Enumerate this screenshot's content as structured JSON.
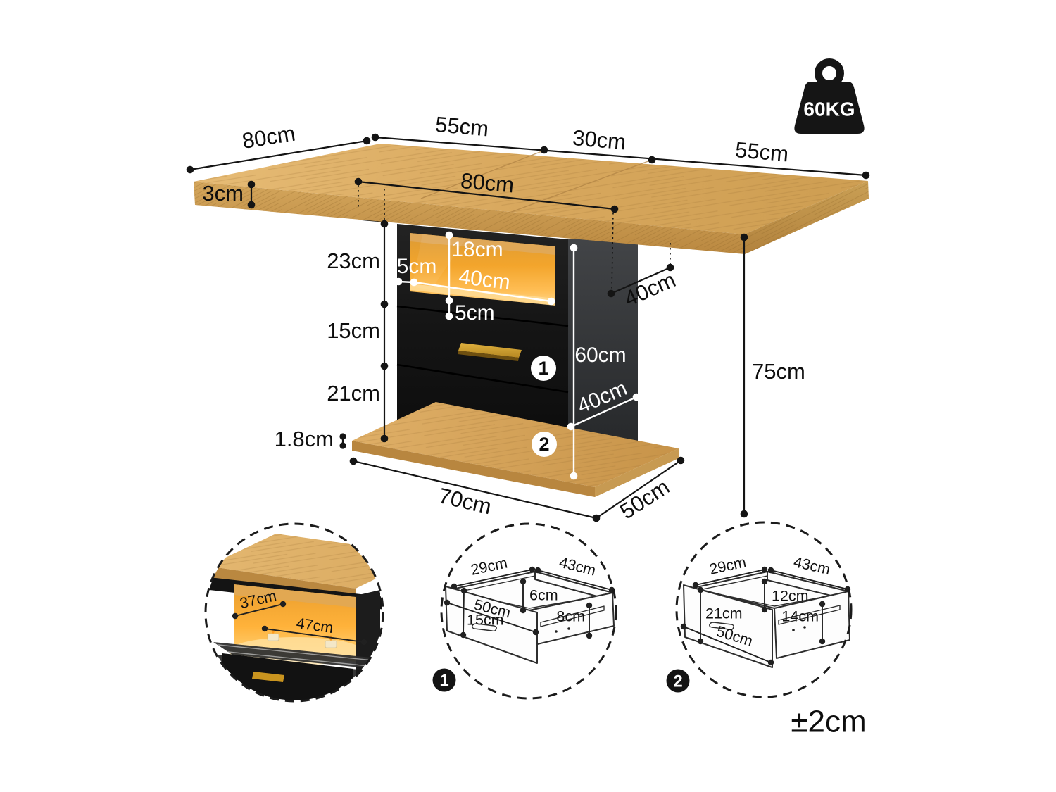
{
  "tolerance": "±2cm",
  "weight": {
    "capacity": "60KG"
  },
  "table": {
    "depth_left": "80cm",
    "back_left": "55cm",
    "back_middle": "30cm",
    "back_right": "55cm",
    "center_span": "80cm",
    "top_thickness": "3cm",
    "height": "75cm"
  },
  "column": {
    "upper_height": "23cm",
    "frame_side": "5cm",
    "compartment_height": "18cm",
    "compartment_width": "40cm",
    "compartment_gap": "5cm",
    "drawer1_front": "15cm",
    "drawer2_front": "21cm",
    "side_height": "60cm",
    "side_depth": "40cm",
    "overhang_depth": "40cm",
    "drawer1_num": "1",
    "drawer2_num": "2"
  },
  "base": {
    "length": "70cm",
    "depth": "50cm",
    "thickness": "1.8cm"
  },
  "compartment_detail": {
    "depth": "37cm",
    "width": "47cm"
  },
  "drawer1_detail": {
    "num": "1",
    "top_width": "29cm",
    "top_depth": "43cm",
    "back_height": "6cm",
    "inner_width": "50cm",
    "front_height": "15cm",
    "side_height": "8cm"
  },
  "drawer2_detail": {
    "num": "2",
    "top_width": "29cm",
    "top_depth": "43cm",
    "back_height": "12cm",
    "inner_width": "50cm",
    "front_height": "21cm",
    "side_height": "14cm"
  },
  "colors": {
    "wood": "#d9a95f",
    "wood_edge": "#c2914b",
    "column_front": "#111111",
    "column_side": "#2f3133",
    "led_amber": "#f7a732",
    "led_glow": "#ffd98f",
    "gold_handle": "#c9941f",
    "line": "#141414",
    "white_line": "#ffffff"
  }
}
